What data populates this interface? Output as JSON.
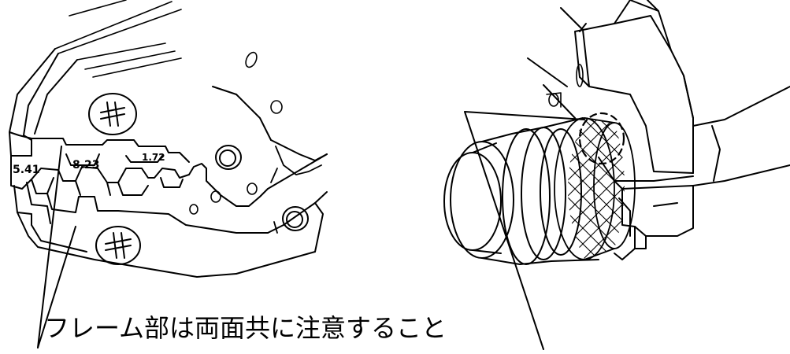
{
  "die_sizes": {
    "size_1": "5.41",
    "size_2": "8.23",
    "size_3": "1.72"
  },
  "caption": "フレーム部は両面共に注意すること",
  "colors": {
    "line": "#000000",
    "background": "#ffffff"
  }
}
